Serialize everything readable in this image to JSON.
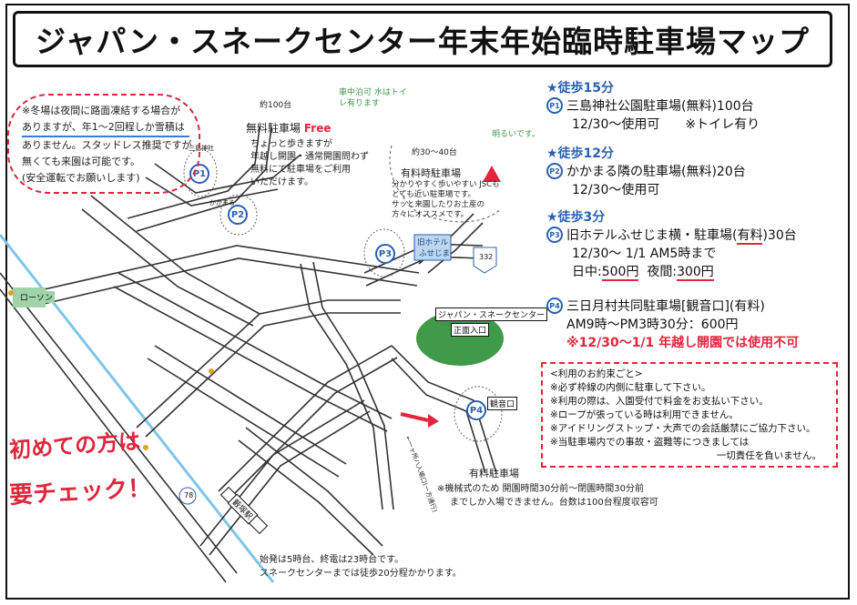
{
  "title": "ジャパン・スネークセンター年末年始臨時駐車場マップ",
  "winter_note": {
    "lines": [
      "※冬場は夜間に路面凍結する場合が",
      "ありますが、年1〜2回程しか雪積は",
      "ありません。スタッドレス推奨ですが",
      "無くても来園は可能です。",
      "(安全運転でお願いします)"
    ]
  },
  "callouts": {
    "first_time": "初めての方は",
    "must_check": "要チェック！",
    "p1_note": {
      "l1": "約100台",
      "l2": "無料駐車場",
      "free": "Free",
      "l3": "ちょっと歩きますが",
      "l4": "年越し開園・通常開園問わず",
      "l5": "無料にて駐車場をご利用",
      "l6": "いただけます。"
    },
    "green_note": "車中泊可 水はトイレ有ります",
    "p3_note": {
      "l1": "約30〜40台",
      "l2": "有料時駐車場",
      "l3": "分かりやすく歩いやすい JSCも",
      "l4": "とても近い駐車場です。",
      "l5": "サッと来園したりお土産の",
      "l6": "方々にオススメです。"
    },
    "p3_bright": "明るいです。",
    "p4_side": "←一ヶ所ハ入場口(一方通行)",
    "p4_note": {
      "l1": "有料駐車場",
      "l2": "※機械式のため 開園時間30分前〜閉園時間30分前",
      "l3": "までしか入場できません。台数は100台程度収容可"
    },
    "bus_note": {
      "l1": "始発は5時台、終電は23時台です。",
      "l2": "スネークセンターまでは徒歩20分程かかります。"
    }
  },
  "map_labels": {
    "lawson": "ローソン",
    "hotel_1": "旧ホテル",
    "hotel_2": "ふせじま",
    "jsc": "ジャパン・スネークセンター",
    "main_gate": "正面入口",
    "kannonguchi": "観音口",
    "station": "藪塚駅",
    "route332": "332",
    "route78": "78",
    "shrine": "三島神社",
    "kakamaru": "かかまる"
  },
  "pins": {
    "p1": "P1",
    "p2": "P2",
    "p3": "P3",
    "p4": "P4"
  },
  "walk15": {
    "heading": "★徒歩15分",
    "pin": "P1",
    "name": "三島神社公園駐車場(無料)100台",
    "detail": "12/30〜使用可　　※トイレ有り"
  },
  "walk12": {
    "heading": "★徒歩12分",
    "pin": "P2",
    "name": "かかまる隣の駐車場(無料)20台",
    "detail": "12/30〜使用可"
  },
  "walk3": {
    "heading": "★徒歩3分",
    "pin": "P3",
    "name_a": "旧ホテルふせじま横・駐車場(",
    "name_paid": "有料",
    "name_b": ")30台",
    "detail": "12/30〜 1/1 AM5時まで",
    "day_label": "日中:",
    "day_price": "500円",
    "night_label": "夜間:",
    "night_price": "300円"
  },
  "p4": {
    "pin": "P4",
    "name": "三日月村共同駐車場[観音口](有料)",
    "detail": "AM9時〜PM3時30分：600円",
    "warning": "※12/30〜1/1 年越し開園では使用不可"
  },
  "rules": {
    "heading": "<利用のお約束ごと>",
    "items": [
      "※必ず枠線の内側に駐車して下さい。",
      "※利用の際は、入園受付で料金をお支払い下さい。",
      "※ロープが張っている時は利用できません。",
      "※アイドリングストップ・大声での会話厳禁にご協力下さい。",
      "※当駐車場内での事故・盗難等につきましては"
    ],
    "last": "一切責任を負いません。"
  },
  "colors": {
    "accent_red": "#e0263c",
    "accent_blue": "#2a5fb0",
    "rail_blue": "#7fc4ea",
    "park_green": "#3f9a4a"
  }
}
